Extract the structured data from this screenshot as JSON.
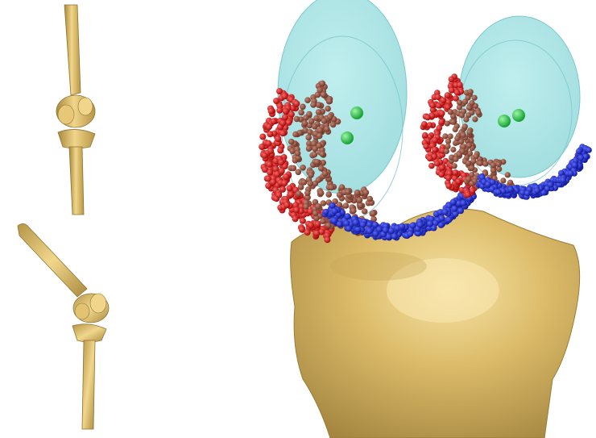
{
  "figure": {
    "panels": [
      {
        "id": "leg-straight",
        "description_name": "extended-leg-bones"
      },
      {
        "id": "leg-bent",
        "description_name": "flexed-leg-bones"
      },
      {
        "id": "knee-detail",
        "description_name": "knee-contact-model"
      }
    ],
    "colors": {
      "bone": "#d8b867",
      "bone_shadow": "#a98a3e",
      "bone_highlight": "#f3dc96",
      "cylinder": "#9fe0e0",
      "cylinder_edge": "#7cc8cc",
      "contact_red": "#d01818",
      "contact_brown": "#8a4a3a",
      "contact_blue": "#1a2ad0",
      "center_green": "#19c63a"
    },
    "icons": [
      "femur-icon",
      "tibia-icon",
      "patella-icon",
      "sphere-icon"
    ]
  }
}
